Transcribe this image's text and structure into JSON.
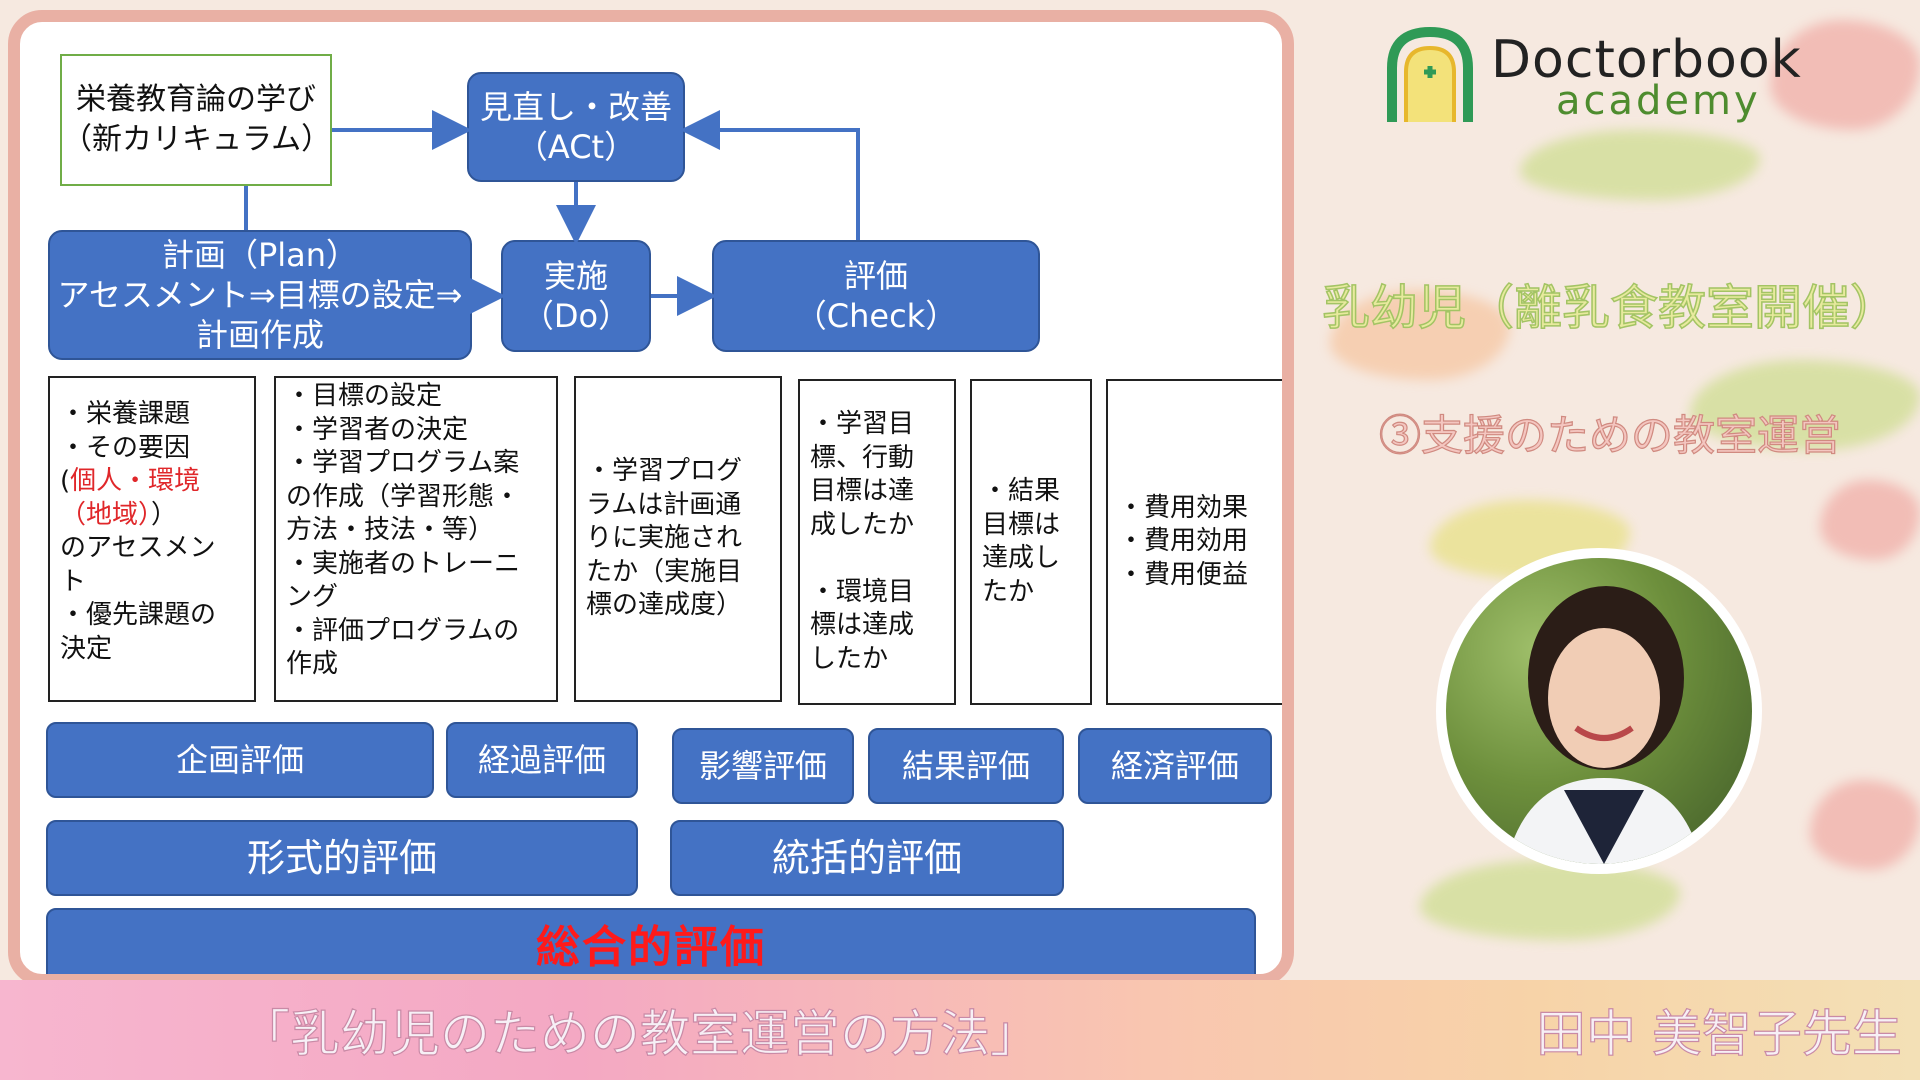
{
  "logo": {
    "line1": "Doctorbook",
    "line2": "academy"
  },
  "side_title": {
    "line1": "乳幼児（離乳食教室開催）",
    "line2": "③支援のための教室運営"
  },
  "slide": {
    "learning": "栄養教育論の学び\n（新カリキュラム）",
    "act": "見直し・改善\n（ACt）",
    "plan": "計画（Plan）\nアセスメント⇒目標の設定⇒\n計画作成",
    "do": "実施\n（Do）",
    "check": "評価\n（Check）",
    "detail_1a": "・栄養課題\n・その要因\n(",
    "detail_1_red": "個人・環境\n（地域）",
    "detail_1b": "）\nのアセスメン\nト\n・優先課題の\n決定",
    "detail_2": "・目標の設定\n・学習者の決定\n・学習プログラム案\nの作成（学習形態・\n方法・技法・等）\n・実施者のトレーニ\nング\n・評価プログラムの\n作成",
    "detail_3": "・学習プログ\nラムは計画通\nりに実施され\nたか（実施目\n標の達成度）",
    "detail_4": "・学習目\n標、行動\n目標は達\n成したか\n\n・環境目\n標は達成\nしたか",
    "detail_5": "・結果\n目標は\n達成し\nたか",
    "detail_6": "・費用効果\n・費用効用\n・費用便益",
    "eval_kikaku": "企画評価",
    "eval_keika": "経過評価",
    "eval_eikyo": "影響評価",
    "eval_kekka": "結果評価",
    "eval_keizai": "経済評価",
    "eval_keishiki": "形式的評価",
    "eval_toukatsu": "統括的評価",
    "eval_sogo": "総合的評価"
  },
  "caption_left": "「乳幼児のための教室運営の方法」",
  "caption_right": "田中 美智子先生",
  "colors": {
    "accent_blue": "#4472c4",
    "frame": "#e9b0a4",
    "highlight_red": "#e0272a"
  }
}
